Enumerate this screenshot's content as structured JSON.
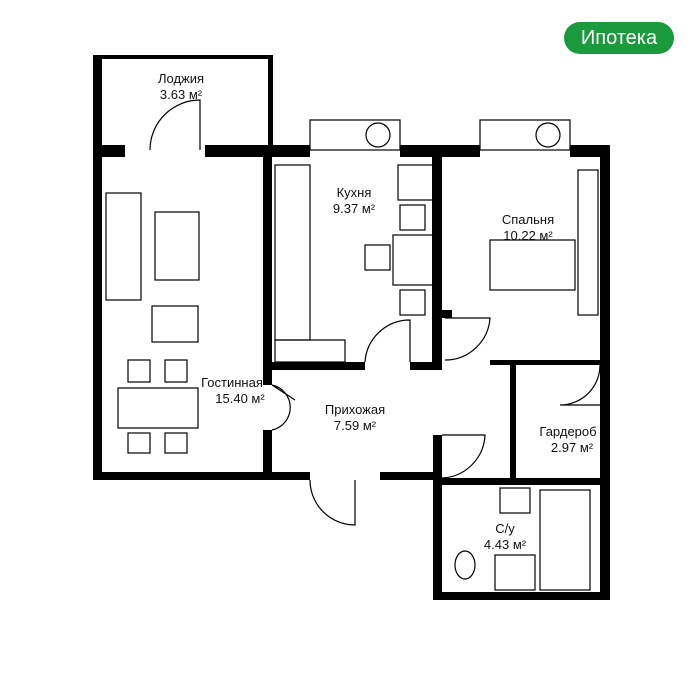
{
  "badge": {
    "label": "Ипотека",
    "color": "#1a9a3c"
  },
  "rooms": [
    {
      "name": "Лоджия",
      "area": "3.63 м²"
    },
    {
      "name": "Кухня",
      "area": "9.37 м²"
    },
    {
      "name": "Спальня",
      "area": "10.22 м²"
    },
    {
      "name": "Гостинная",
      "area": "15.40 м²"
    },
    {
      "name": "Прихожая",
      "area": "7.59 м²"
    },
    {
      "name": "Гардероб",
      "area": "2.97 м²"
    },
    {
      "name": "С/у",
      "area": "4.43 м²"
    }
  ]
}
